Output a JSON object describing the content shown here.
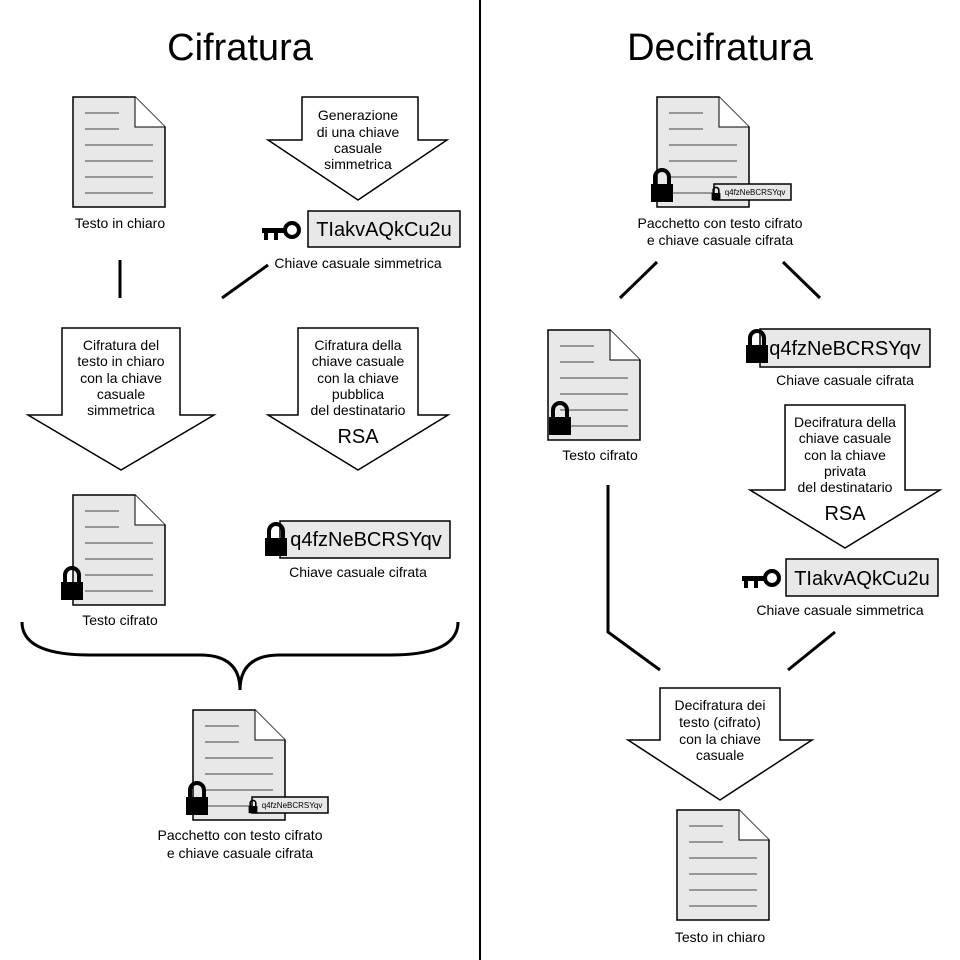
{
  "left": {
    "title": "Cifratura",
    "plain_doc_label": "Testo in chiaro",
    "gen_arrow": [
      "Generazione",
      "di una chiave",
      "casuale",
      "simmetrica"
    ],
    "sym_key": "TIakvAQkCu2u",
    "sym_key_label": "Chiave casuale simmetrica",
    "encrypt_text_arrow": [
      "Cifratura del",
      "testo in chiaro",
      "con la chiave",
      "casuale",
      "simmetrica"
    ],
    "encrypt_key_arrow": [
      "Cifratura della",
      "chiave casuale",
      "con la chiave",
      "pubblica",
      "del destinatario"
    ],
    "encrypt_key_algo": "RSA",
    "cipher_doc_label": "Testo cifrato",
    "cipher_key": "q4fzNeBCRSYqv",
    "cipher_key_label": "Chiave casuale cifrata",
    "package_key": "q4fzNeBCRSYqv",
    "package_label": [
      "Pacchetto con testo cifrato",
      "e chiave casuale cifrata"
    ]
  },
  "right": {
    "title": "Decifratura",
    "package_key": "q4fzNeBCRSYqv",
    "package_label": [
      "Pacchetto con testo cifrato",
      "e chiave casuale cifrata"
    ],
    "cipher_doc_label": "Testo cifrato",
    "cipher_key": "q4fzNeBCRSYqv",
    "cipher_key_label": "Chiave casuale cifrata",
    "decrypt_key_arrow": [
      "Decifratura della",
      "chiave casuale",
      "con la chiave",
      "privata",
      "del destinatario"
    ],
    "decrypt_key_algo": "RSA",
    "sym_key": "TIakvAQkCu2u",
    "sym_key_label": "Chiave casuale simmetrica",
    "decrypt_text_arrow": [
      "Decifratura dei",
      "testo (cifrato)",
      "con la chiave",
      "casuale"
    ],
    "plain_doc_label": "Testo in chiaro"
  }
}
